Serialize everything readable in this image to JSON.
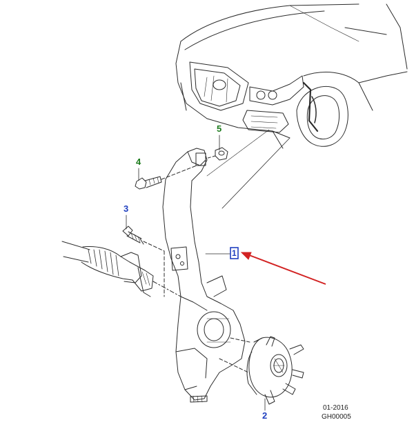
{
  "colors": {
    "line": "#2a2a2a",
    "callout_green": "#1a7a1a",
    "callout_blue": "#1f3fbf",
    "arrow_red": "#d22222",
    "highlight_box": "#1f3fbf"
  },
  "callouts": [
    {
      "id": "1",
      "label": "1",
      "color": "blue",
      "boxed": true
    },
    {
      "id": "2",
      "label": "2",
      "color": "blue"
    },
    {
      "id": "3",
      "label": "3",
      "color": "blue"
    },
    {
      "id": "4",
      "label": "4",
      "color": "green"
    },
    {
      "id": "5",
      "label": "5",
      "color": "green"
    }
  ],
  "footer": {
    "date": "01-2016",
    "code": "GH00005"
  },
  "icons": [
    "vehicle-front-icon",
    "steering-knuckle-icon",
    "wheel-hub-icon",
    "drive-shaft-icon",
    "bolt-icon",
    "nut-icon",
    "red-arrow-icon"
  ]
}
